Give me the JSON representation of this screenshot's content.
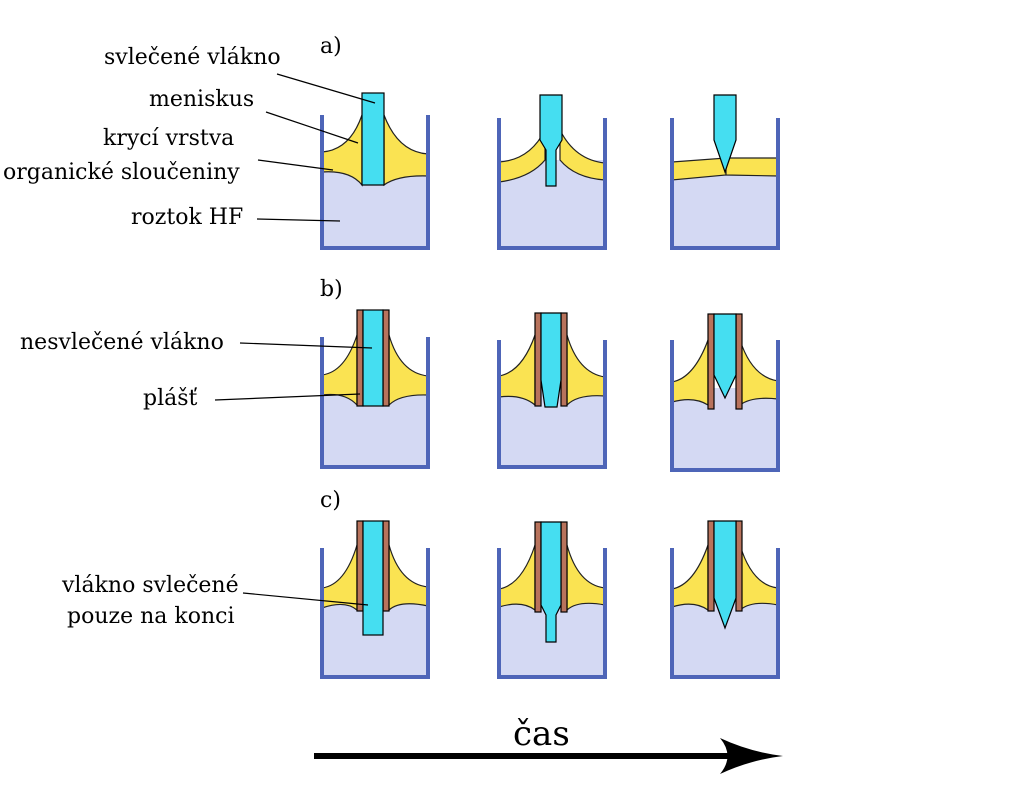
{
  "rows": [
    {
      "id": "a",
      "label": "a)"
    },
    {
      "id": "b",
      "label": "b)"
    },
    {
      "id": "c",
      "label": "c)"
    }
  ],
  "labels": {
    "stripped_fiber": "svlečené vlákno",
    "meniscus": "meniskus",
    "cover_layer_1": "krycí vrstva",
    "cover_layer_2": "organické sloučeniny",
    "hf_solution": "roztok HF",
    "unstripped_fiber": "nesvlečené vlákno",
    "cladding": "plášť",
    "end_stripped_1": "vlákno svlečené",
    "end_stripped_2": "pouze na konci"
  },
  "time_axis": {
    "label": "čas"
  },
  "colors": {
    "liquid": "#d4d9f3",
    "organic_layer": "#fae352",
    "fiber": "#45def1",
    "cladding": "#b8735c",
    "vessel": "#4e65b8",
    "arrow": "#000000"
  }
}
